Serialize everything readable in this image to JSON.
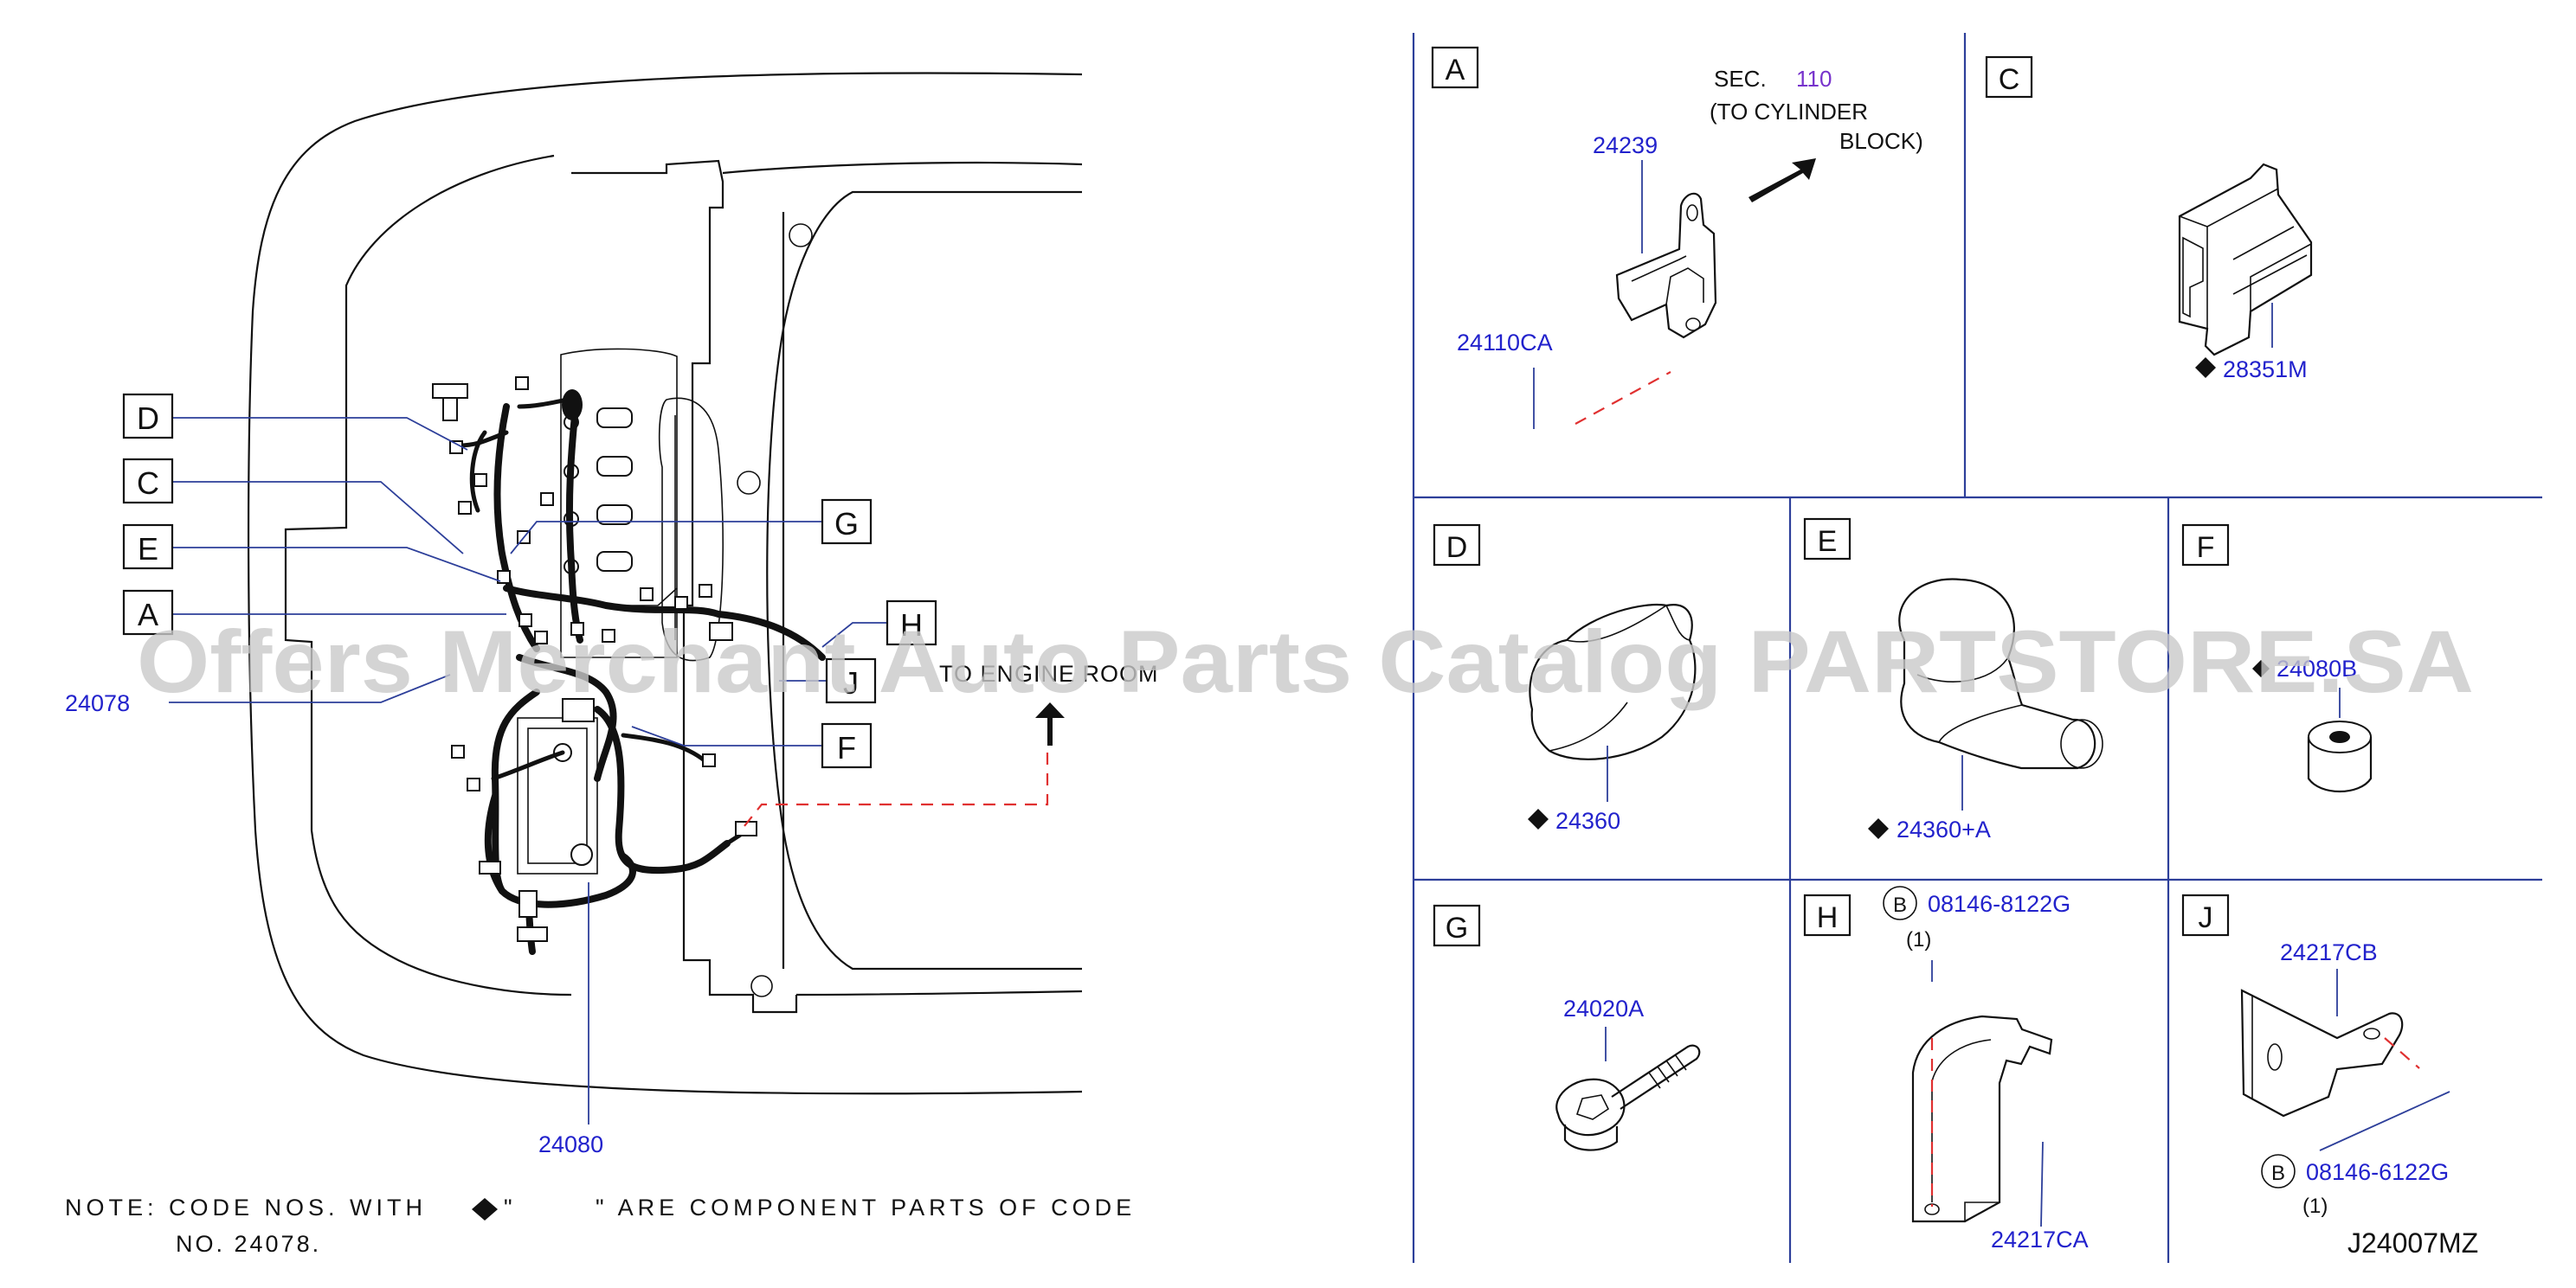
{
  "overview": {
    "letters": [
      "D",
      "C",
      "E",
      "A",
      "G",
      "H",
      "J",
      "F"
    ],
    "part_24078": "24078",
    "part_24080": "24080",
    "to_engine_room": "TO ENGINE ROOM"
  },
  "note": {
    "line1_pre": "NOTE:  CODE  NOS.  WITH",
    "line1_post": "\"  ARE  COMPONENT  PARTS  OF  CODE",
    "line2": "NO.  24078."
  },
  "panels": {
    "A": {
      "letter": "A",
      "sec_label": "SEC.",
      "sec_num": "110",
      "sec_to": "(TO   CYLINDER",
      "sec_block": "BLOCK)",
      "part_bracket": "24239",
      "part_clip": "24110CA"
    },
    "C": {
      "letter": "C",
      "part": "28351M"
    },
    "D": {
      "letter": "D",
      "part": "24360"
    },
    "E": {
      "letter": "E",
      "part": "24360+A"
    },
    "F": {
      "letter": "F",
      "part": "24080B"
    },
    "G": {
      "letter": "G",
      "part": "24020A"
    },
    "H": {
      "letter": "H",
      "bolt_code": "B",
      "bolt": "08146-8122G",
      "qty": "(1)",
      "part": "24217CA"
    },
    "J": {
      "letter": "J",
      "part": "24217CB",
      "bolt_code": "B",
      "bolt": "08146-6122G",
      "qty": "(1)"
    }
  },
  "diagram_code": "J24007MZ",
  "watermark": "Offers Merchant Auto Parts Catalog PARTSTORE.SA"
}
